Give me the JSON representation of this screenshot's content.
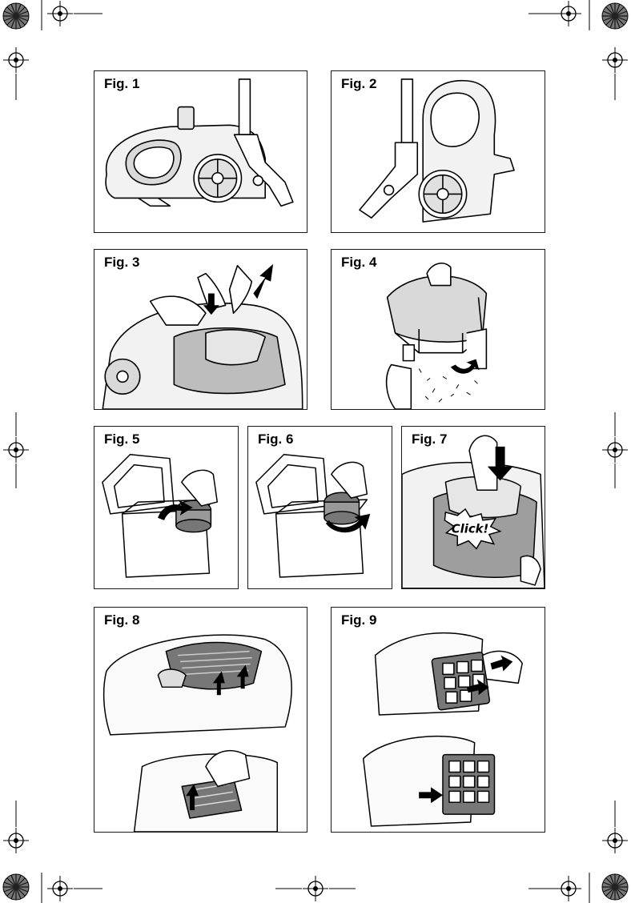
{
  "figures": [
    {
      "label": "Fig. 1"
    },
    {
      "label": "Fig. 2"
    },
    {
      "label": "Fig. 3"
    },
    {
      "label": "Fig. 4"
    },
    {
      "label": "Fig. 5"
    },
    {
      "label": "Fig. 6"
    },
    {
      "label": "Fig. 7"
    },
    {
      "label": "Fig. 8"
    },
    {
      "label": "Fig. 9"
    }
  ],
  "fig7_callout": "Click!"
}
